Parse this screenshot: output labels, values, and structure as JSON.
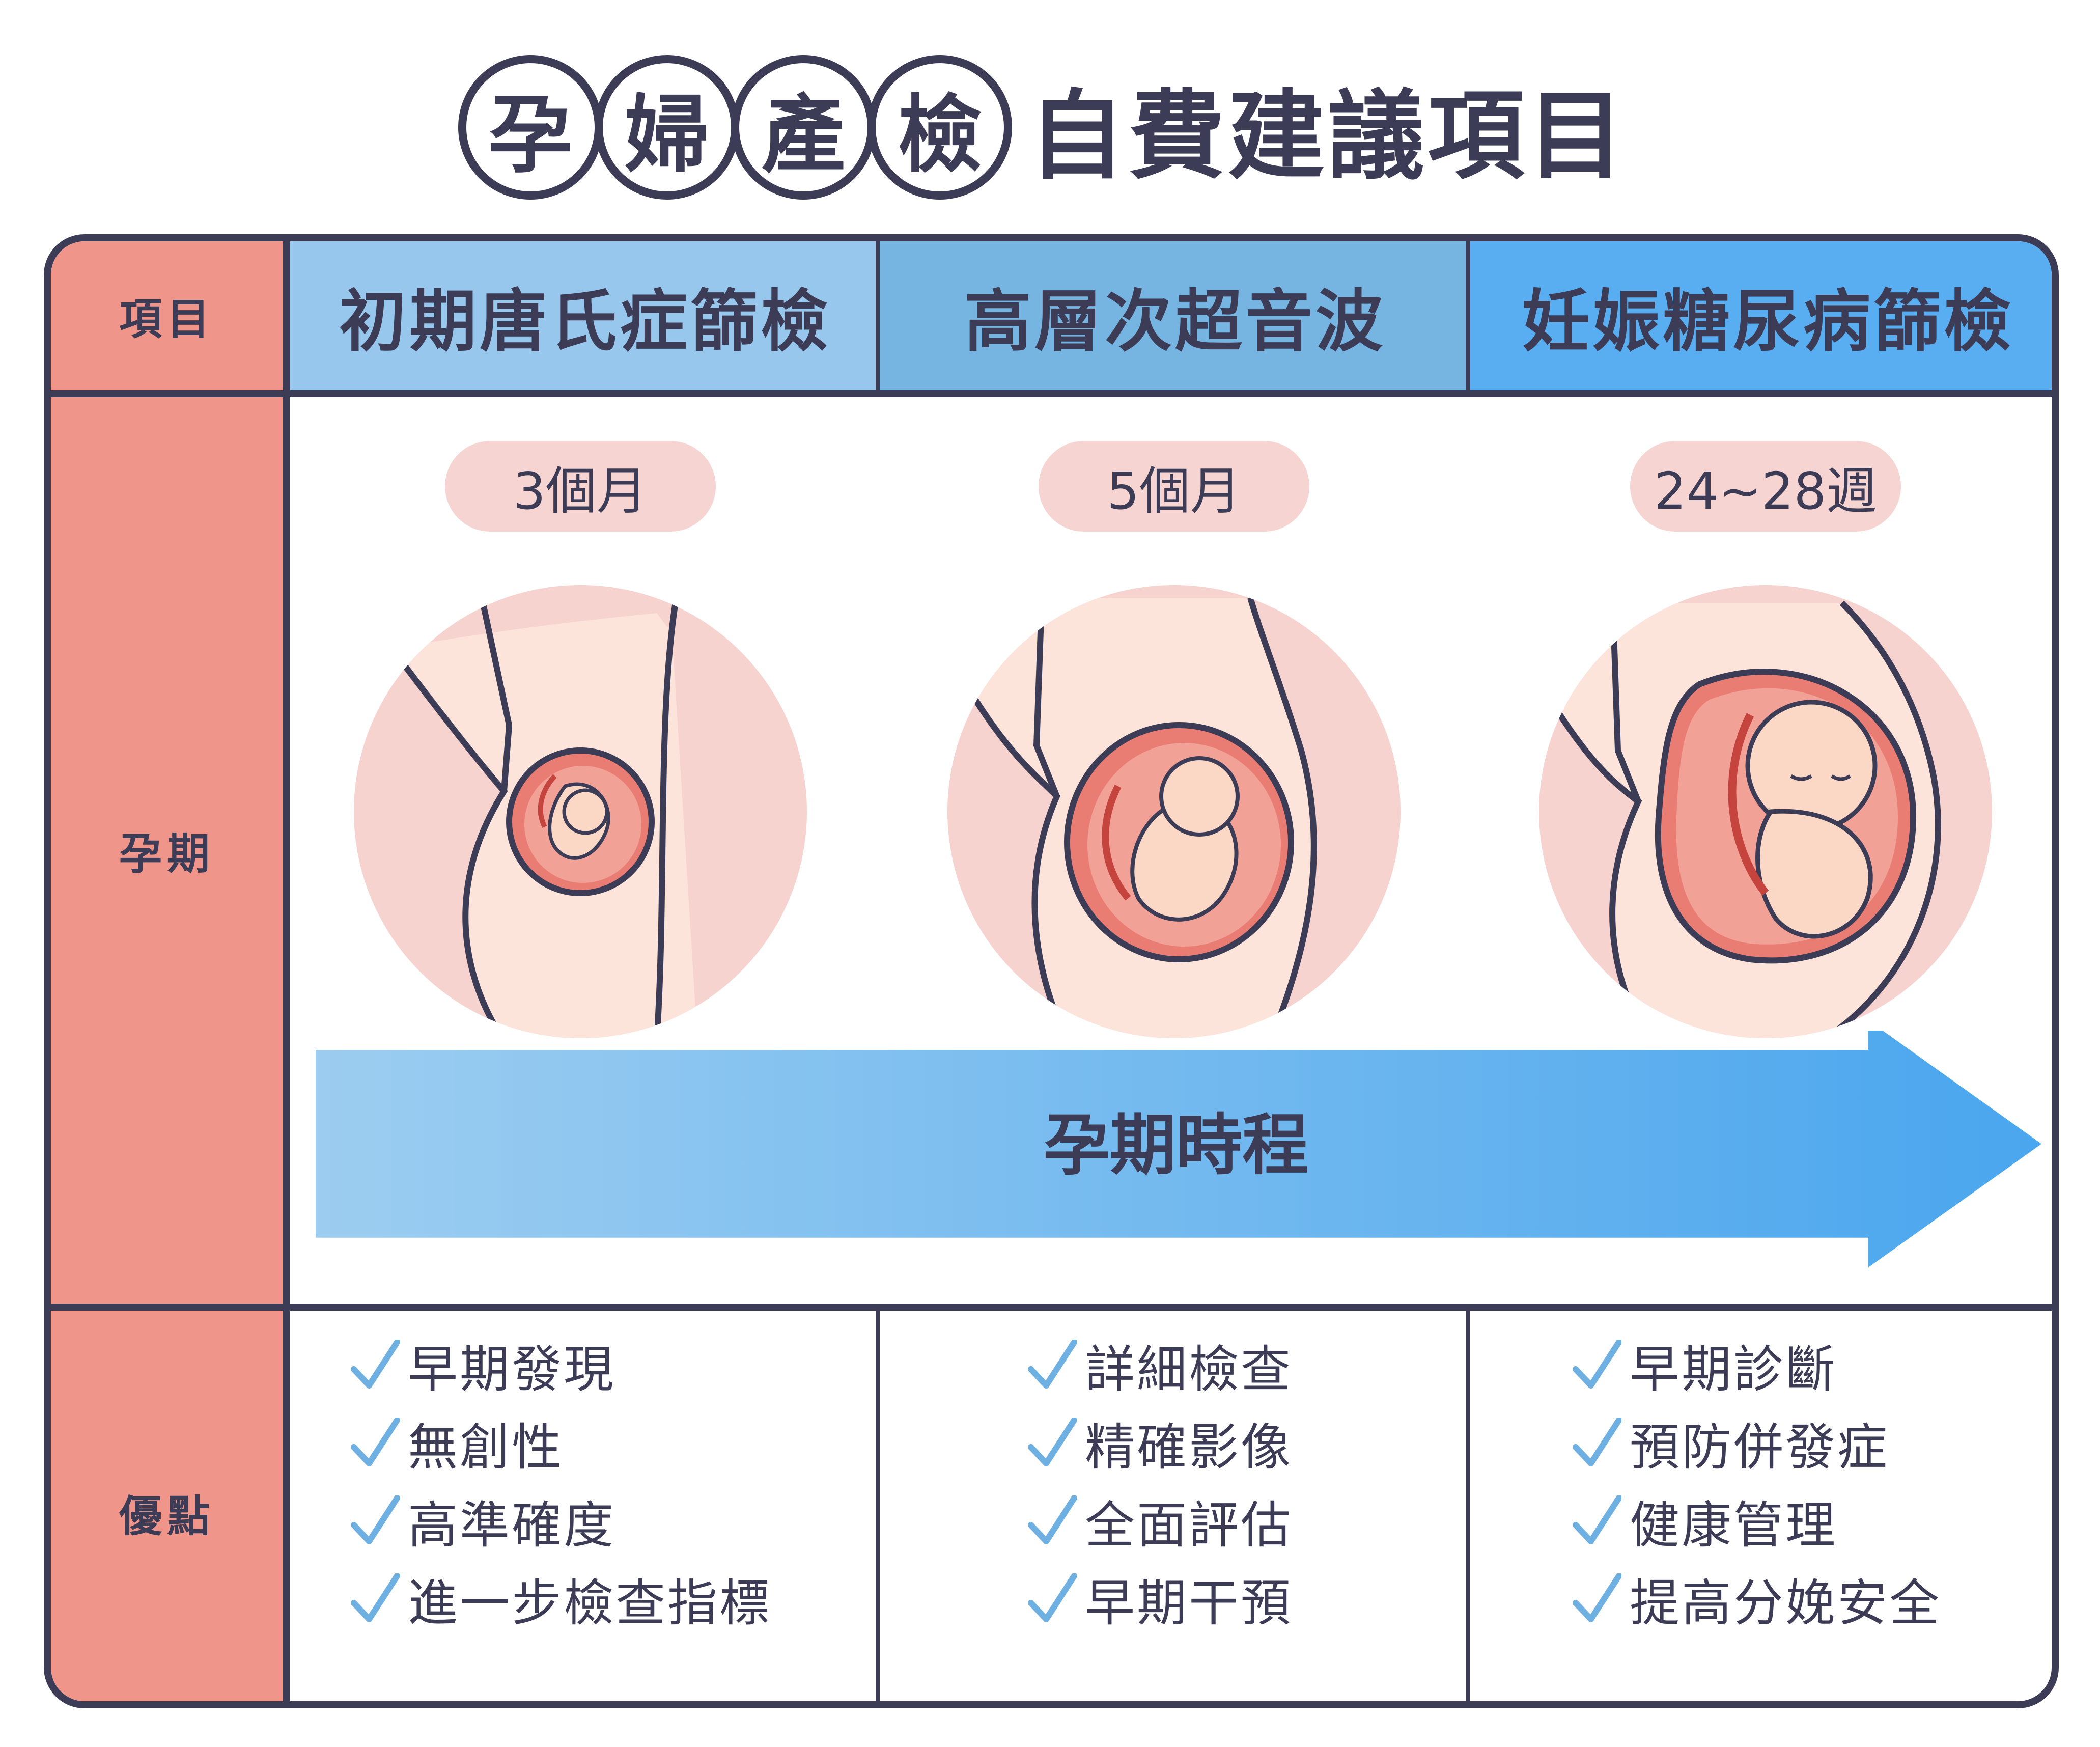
{
  "title": {
    "circled": [
      "孕",
      "婦",
      "產",
      "檢"
    ],
    "rest": "自費建議項目"
  },
  "rows": {
    "item_label": "項目",
    "period_label": "孕期",
    "advantage_label": "優點"
  },
  "columns": [
    {
      "name": "初期唐氏症篩檢",
      "header_color": "#97c7ec",
      "period": "3個月",
      "advantages": [
        "早期發現",
        "無創性",
        "高準確度",
        "進一步檢查指標"
      ]
    },
    {
      "name": "高層次超音波",
      "header_color": "#76b4e1",
      "period": "5個月",
      "advantages": [
        "詳細檢查",
        "精確影像",
        "全面評估",
        "早期干預"
      ]
    },
    {
      "name": "妊娠糖尿病篩檢",
      "header_color": "#58aef0",
      "period": "24~28週",
      "advantages": [
        "早期診斷",
        "預防併發症",
        "健康管理",
        "提高分娩安全"
      ]
    }
  ],
  "arrow_label": "孕期時程",
  "colors": {
    "outline": "#3d3c56",
    "label_column": "#ef958a",
    "pill": "#f6d4d1",
    "check": "#6fb0e3",
    "arrow_start": "#9ccdf0",
    "arrow_end": "#4aa6ee"
  }
}
